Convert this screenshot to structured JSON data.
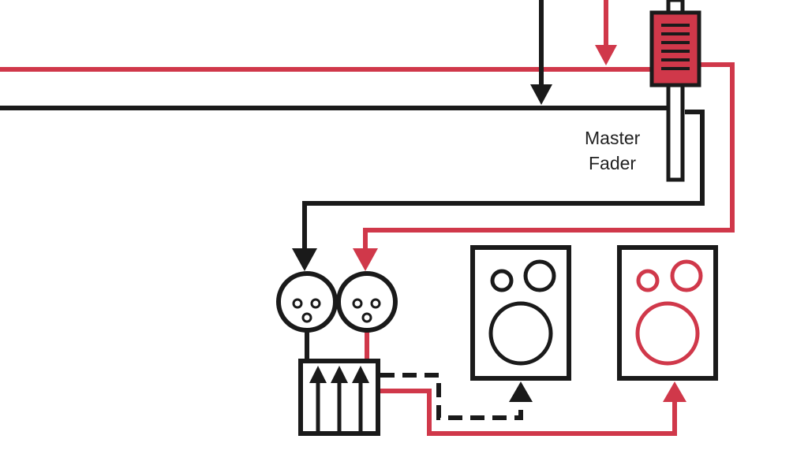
{
  "labels": {
    "master_fader_line1": "Master",
    "master_fader_line2": "Fader"
  },
  "colors": {
    "black": "#1a1a1a",
    "red": "#d0384a",
    "background": "#ffffff"
  },
  "elements": {
    "fader": "master-fader",
    "connectors": [
      "xlr-connector-left",
      "xlr-connector-right"
    ],
    "interface": "audio-interface",
    "speakers": [
      "speaker-left",
      "speaker-right"
    ]
  }
}
